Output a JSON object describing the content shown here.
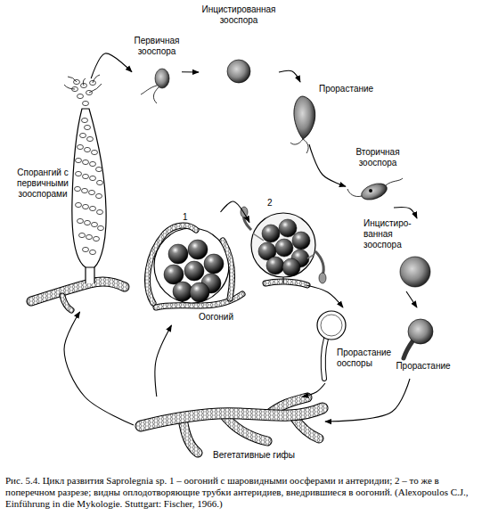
{
  "diagram": {
    "caption": "Рис. 5.4. Цикл развития Saprolegnia sp. 1 – оогоний с шаровидными оосферами и антеридии; 2 – то же в поперечном разрезе; видны оплодотворяющие трубки антеридиев, внедрившиеся в оогоний. (Alexopoulos C.J., Einführung in die Mykologie. Stuttgart: Fischer, 1966.)",
    "nodes": [
      {
        "text": [
          "Спорангий с первичными зооспорами"
        ]
      },
      {
        "text": [
          "Первичная зооспора"
        ]
      },
      {
        "text": [
          "Инцистированная зооспора"
        ]
      },
      {
        "text": [
          "Прорастание"
        ]
      },
      {
        "text": [
          "Вторичная зооспора"
        ]
      },
      {
        "text": [
          "Инцистиро- ванная зооспора"
        ]
      },
      {
        "text": [
          "Прорастание"
        ]
      },
      {
        "text": [
          "Вегетативные гифы"
        ]
      },
      {
        "text": [
          "1",
          "Оогоний"
        ]
      },
      {
        "text": [
          "2"
        ]
      },
      {
        "text": [
          "Прорастание ооспоры"
        ]
      }
    ],
    "edges": [
      {
        "from": 0,
        "to": 1,
        "arrow": "to"
      },
      {
        "from": 1,
        "to": 2,
        "arrow": "to"
      },
      {
        "from": 2,
        "to": 3,
        "arrow": "to"
      },
      {
        "from": 3,
        "to": 4,
        "arrow": "to"
      },
      {
        "from": 4,
        "to": 5,
        "arrow": "to"
      },
      {
        "from": 5,
        "to": 6,
        "arrow": "to"
      },
      {
        "from": 6,
        "to": 7,
        "arrow": "to"
      },
      {
        "from": 7,
        "to": 0,
        "arrow": "to"
      },
      {
        "from": 7,
        "to": 8,
        "arrow": "to"
      },
      {
        "from": 8,
        "to": 9,
        "arrow": "to"
      },
      {
        "from": 9,
        "to": 10,
        "arrow": "to"
      },
      {
        "from": 10,
        "to": 7,
        "arrow": "to"
      }
    ]
  }
}
